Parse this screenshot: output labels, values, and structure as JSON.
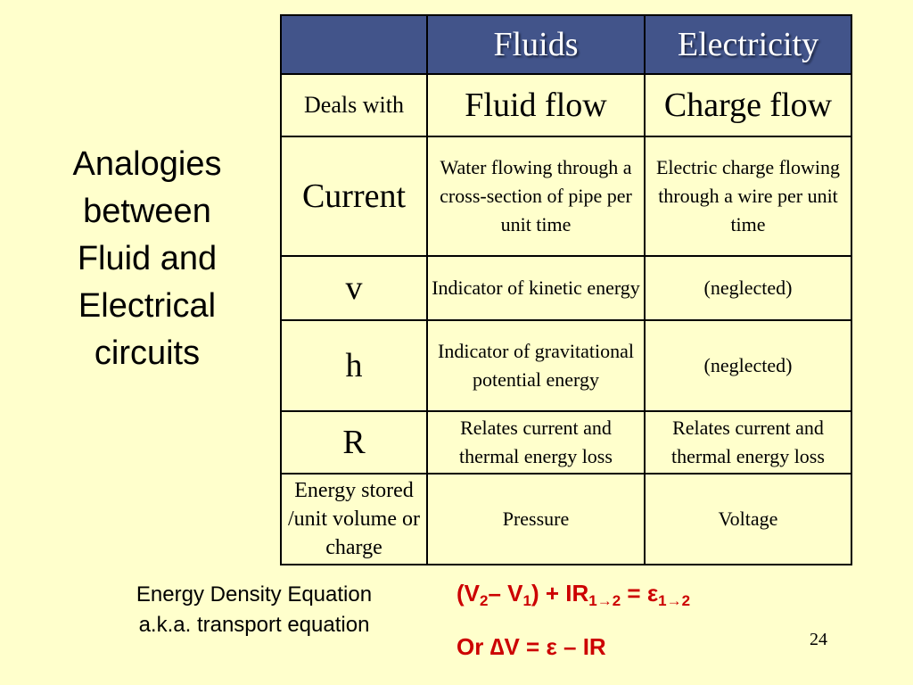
{
  "slide": {
    "title_lines": [
      "Analogies",
      "between",
      "Fluid and",
      "Electrical",
      "circuits"
    ],
    "page_number": "24"
  },
  "table": {
    "headers": [
      "",
      "Fluids",
      "Electricity"
    ],
    "rows": [
      {
        "label": "Deals with",
        "fluids": "Fluid flow",
        "electricity": "Charge flow"
      },
      {
        "label": "Current",
        "fluids": "Water flowing through a cross-section of pipe per unit time",
        "electricity": "Electric charge flowing through a wire per unit time"
      },
      {
        "label": "v",
        "fluids": "Indicator of kinetic energy",
        "electricity": "(neglected)"
      },
      {
        "label": "h",
        "fluids": "Indicator of gravitational potential energy",
        "electricity": "(neglected)"
      },
      {
        "label": "R",
        "fluids": "Relates current and thermal energy loss",
        "electricity": "Relates current and thermal energy loss"
      },
      {
        "label": "Energy stored /unit volume or charge",
        "fluids": "Pressure",
        "electricity": "Voltage"
      }
    ]
  },
  "bottom": {
    "line1": "Energy Density Equation",
    "line2": "a.k.a. transport equation"
  },
  "equations": {
    "eq1": {
      "open": "(V",
      "sub2": "2",
      "minus": "– V",
      "sub1": "1",
      "rest": ") + IR",
      "sub_arrow": "1→2",
      "eq": " = ε",
      "sub_arrow2": "1→2"
    },
    "eq2": "Or ∆V = ε – IR"
  },
  "colors": {
    "background": "#FFFFCC",
    "header_fill": "#42548A",
    "equation_red": "#CC0000"
  }
}
